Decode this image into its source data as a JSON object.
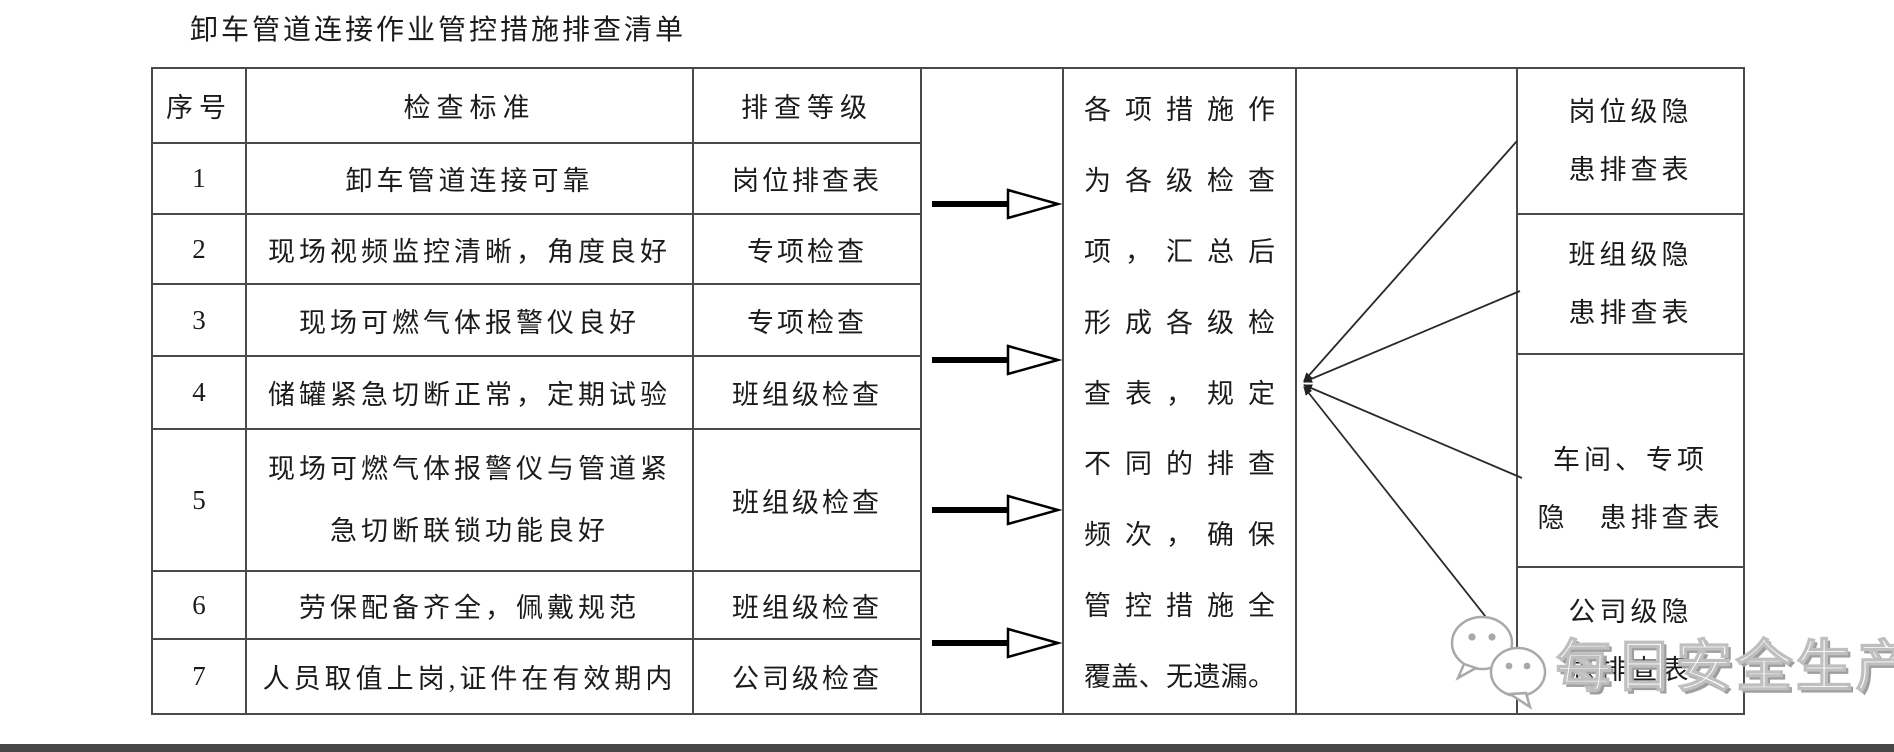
{
  "title": "卸车管道连接作业管控措施排查清单",
  "table": {
    "headers": {
      "no": "序号",
      "standard": "检查标准",
      "level": "排查等级"
    },
    "rows": [
      {
        "no": "1",
        "standard_lines": [
          "卸车管道连接可靠"
        ],
        "level": "岗位排查表"
      },
      {
        "no": "2",
        "standard_lines": [
          "现场视频监控清晰，角度良好"
        ],
        "level": "专项检查"
      },
      {
        "no": "3",
        "standard_lines": [
          "现场可燃气体报警仪良好"
        ],
        "level": "专项检查"
      },
      {
        "no": "4",
        "standard_lines": [
          "储罐紧急切断正常，定期试验"
        ],
        "level": "班组级检查"
      },
      {
        "no": "5",
        "standard_lines": [
          "现场可燃气体报警仪与管道紧",
          "急切断联锁功能良好"
        ],
        "level": "班组级检查"
      },
      {
        "no": "6",
        "standard_lines": [
          "劳保配备齐全，佩戴规范"
        ],
        "level": "班组级检查"
      },
      {
        "no": "7",
        "standard_lines": [
          "人员取值上岗,证件在有效期内"
        ],
        "level": "公司级检查"
      }
    ]
  },
  "summary": {
    "text": "各项措施作为各级检查项，汇总后形成各级检查表，规定不同的排查频次，确保管控措施全覆盖、无遗漏。",
    "lines": [
      "各项措施作",
      "为各级检查",
      "项，汇总后",
      "形成各级检",
      "查表，规定",
      "不同的排查",
      "频次，确保",
      "管控措施全",
      "覆盖、无遗漏。"
    ]
  },
  "outputs": [
    {
      "lines": [
        "岗位级隐",
        "患排查表"
      ]
    },
    {
      "lines": [
        "班组级隐",
        "患排查表"
      ]
    },
    {
      "lines": [
        "车间、专项",
        "隐　患排查表"
      ]
    },
    {
      "lines": [
        "公司级隐",
        "患排查表"
      ]
    }
  ],
  "watermark": {
    "label": "每日安全生产",
    "icon": "wechat-icon"
  },
  "colors": {
    "border": "#4a4a4a",
    "text": "#1b1b1b",
    "arrow": "#000000",
    "watermark_gray": "#9e9e9e"
  }
}
